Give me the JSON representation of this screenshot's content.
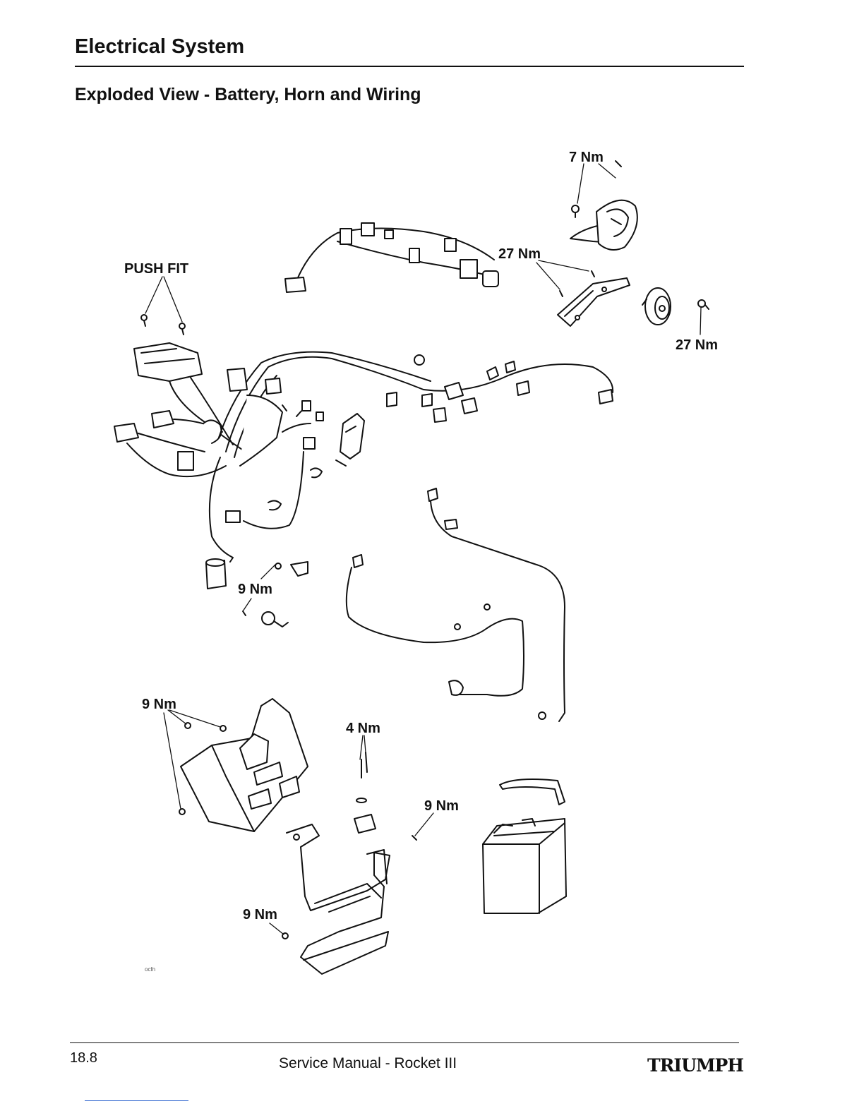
{
  "header": {
    "section_title": "Electrical System",
    "page_title": "Exploded View - Battery, Horn and Wiring"
  },
  "figure": {
    "callouts": {
      "horn_bracket_bolt": "7 Nm",
      "push_fit": "PUSH FIT",
      "horn_bracket_mount": "27 Nm",
      "horn_bolt": "27 Nm",
      "relay_bracket": "9 Nm",
      "battery_box": "9 Nm",
      "clip_screws": "4 Nm",
      "battery_tray_front": "9 Nm",
      "battery_tray_lower": "9 Nm"
    },
    "figure_code": "ocfn"
  },
  "footer": {
    "page_number": "18.8",
    "manual_title": "Service Manual - Rocket III",
    "brand": "TRIUMPH"
  }
}
